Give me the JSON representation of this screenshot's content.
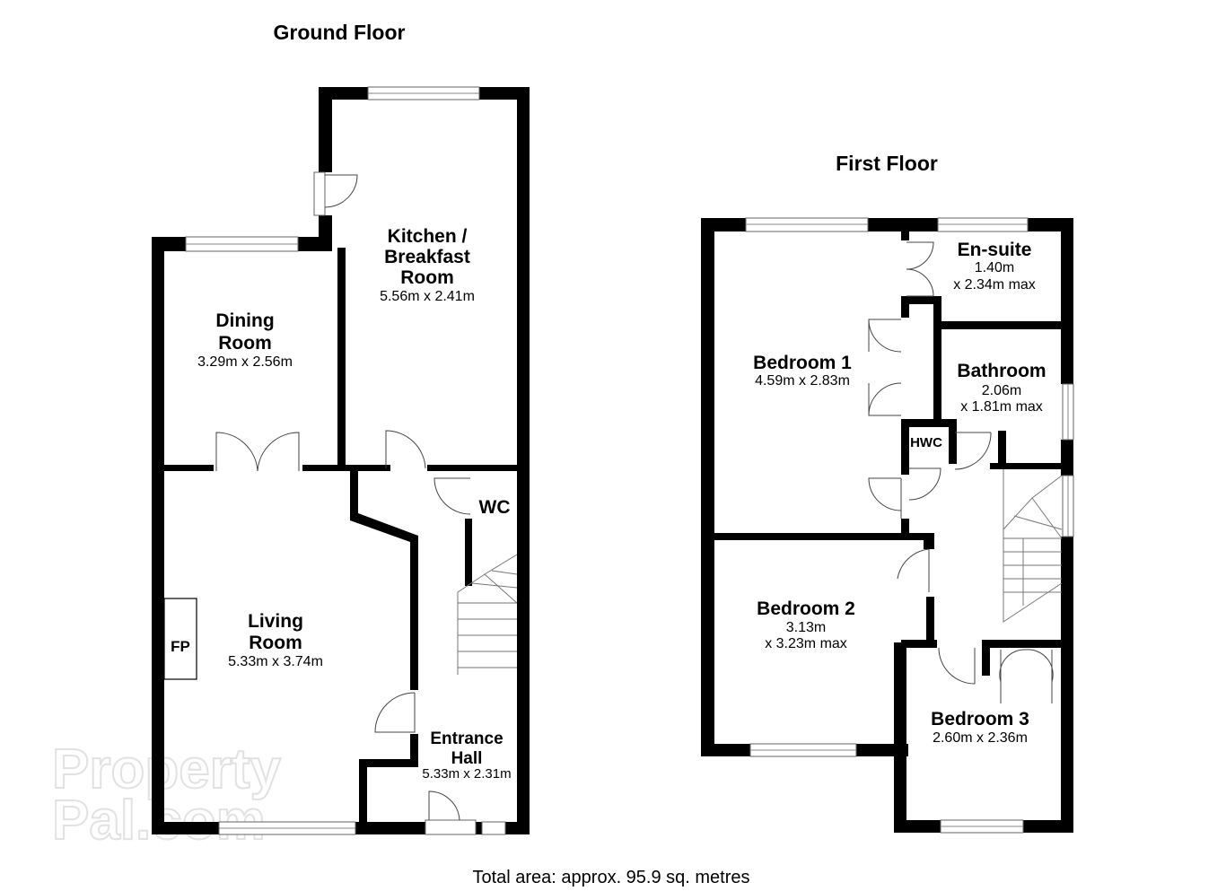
{
  "floors": {
    "ground": {
      "title": "Ground Floor",
      "rooms": {
        "kitchen": {
          "name": [
            "Kitchen /",
            "Breakfast",
            "Room"
          ],
          "dim": "5.56m x 2.41m"
        },
        "dining": {
          "name": [
            "Dining",
            "Room"
          ],
          "dim": "3.29m x 2.56m"
        },
        "living": {
          "name": [
            "Living",
            "Room"
          ],
          "dim": "5.33m x 3.74m"
        },
        "hall": {
          "name": [
            "Entrance",
            "Hall"
          ],
          "dim": "5.33m x 2.31m"
        },
        "wc": {
          "name": [
            "WC"
          ]
        },
        "fireplace": {
          "name": [
            "FP"
          ]
        }
      }
    },
    "first": {
      "title": "First Floor",
      "rooms": {
        "bedroom1": {
          "name": [
            "Bedroom 1"
          ],
          "dim": "4.59m x 2.83m"
        },
        "ensuite": {
          "name": [
            "En-suite"
          ],
          "dim": [
            "1.40m",
            "x 2.34m max"
          ]
        },
        "bathroom": {
          "name": [
            "Bathroom"
          ],
          "dim": [
            "2.06m",
            "x 1.81m max"
          ]
        },
        "hwc": {
          "name": [
            "HWC"
          ]
        },
        "bedroom2": {
          "name": [
            "Bedroom 2"
          ],
          "dim": [
            "3.13m",
            "x 3.23m max"
          ]
        },
        "bedroom3": {
          "name": [
            "Bedroom 3"
          ],
          "dim": "2.60m x 2.36m"
        }
      }
    }
  },
  "total_area": "Total area: approx. 95.9 sq. metres",
  "watermark": [
    "Property",
    "Pal.com"
  ],
  "colors": {
    "wall": "#000000",
    "background": "#ffffff",
    "watermark": "#e2e2e2"
  }
}
